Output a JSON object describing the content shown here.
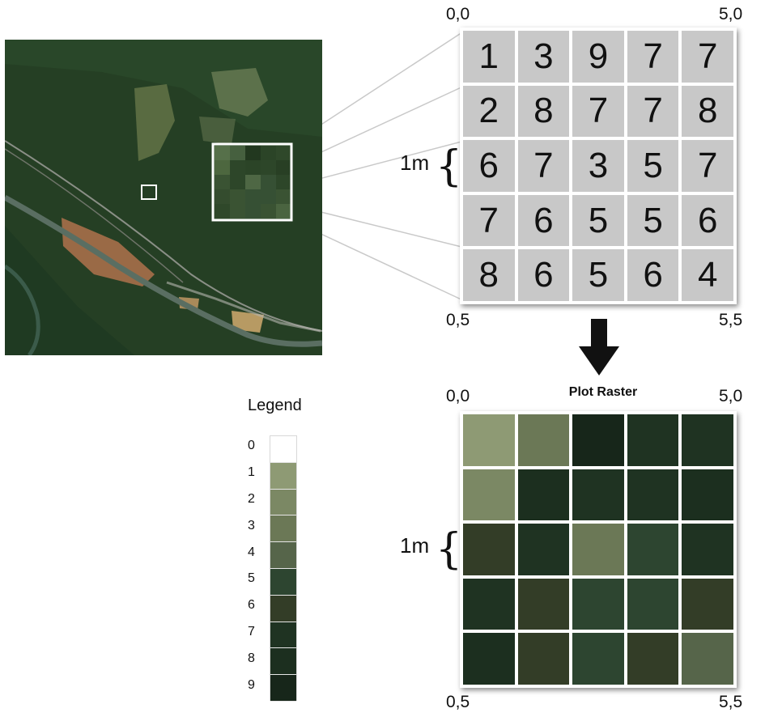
{
  "coords": {
    "top_left": "0,0",
    "top_right": "5,0",
    "bottom_left": "0,5",
    "bottom_right": "5,5"
  },
  "scale_label": "1m",
  "value_grid": [
    [
      1,
      3,
      9,
      7,
      7
    ],
    [
      2,
      8,
      7,
      7,
      8
    ],
    [
      6,
      7,
      3,
      5,
      7
    ],
    [
      7,
      6,
      5,
      5,
      6
    ],
    [
      8,
      6,
      5,
      6,
      4
    ]
  ],
  "plot_title": "Plot Raster",
  "legend": {
    "title": "Legend",
    "levels": [
      {
        "value": "0",
        "color": "#ffffff"
      },
      {
        "value": "1",
        "color": "#8e9a74"
      },
      {
        "value": "2",
        "color": "#7b8864"
      },
      {
        "value": "3",
        "color": "#6b7856"
      },
      {
        "value": "4",
        "color": "#56654a"
      },
      {
        "value": "5",
        "color": "#2d4530"
      },
      {
        "value": "6",
        "color": "#333d27"
      },
      {
        "value": "7",
        "color": "#1f3322"
      },
      {
        "value": "8",
        "color": "#1c2f1f"
      },
      {
        "value": "9",
        "color": "#17261a"
      }
    ]
  },
  "icons": {
    "arrow": "arrow-down-icon",
    "brace": "left-curly-brace-icon"
  }
}
